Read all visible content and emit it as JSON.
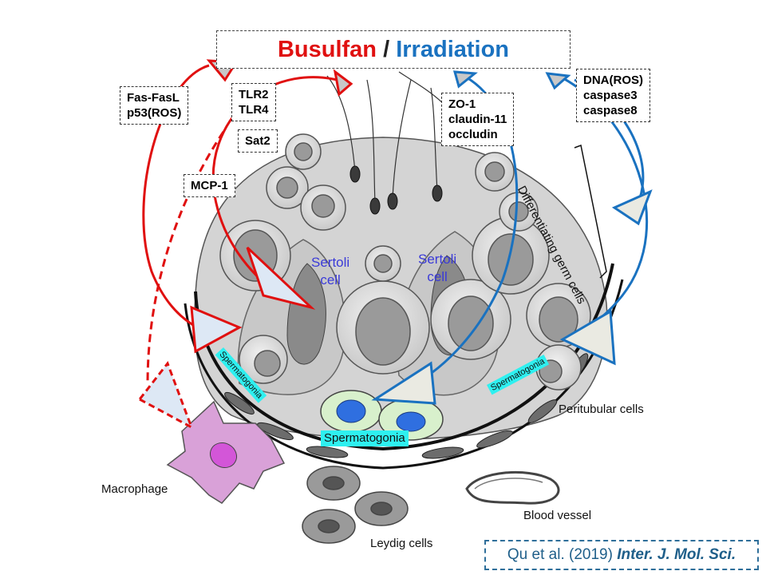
{
  "title": {
    "agent1": "Busulfan",
    "separator": "/",
    "agent2": "Irradiation"
  },
  "boxes": {
    "fas": [
      "Fas-FasL",
      "p53(ROS)"
    ],
    "tlr": [
      "TLR2",
      "TLR4"
    ],
    "sat2": "Sat2",
    "mcp1": "MCP-1",
    "zo1": [
      "ZO-1",
      "claudin-11",
      "occludin"
    ],
    "dna": [
      "DNA(ROS)",
      "caspase3",
      "caspase8"
    ]
  },
  "labels": {
    "sertoli_left": [
      "Sertoli",
      "cell"
    ],
    "sertoli_right": [
      "Sertoli",
      "cell"
    ],
    "differentiating": "Differentiating germ cells",
    "spermatogonia_left": "Spermatogonia",
    "spermatogonia_right": "Spermatogonia",
    "spermatogonia_center": "Spermatogonia",
    "peritubular": "Peritubular cells",
    "macrophage": "Macrophage",
    "blood_vessel": "Blood vessel",
    "leydig": "Leydig cells"
  },
  "citation": {
    "authors": "Qu et al. (2019)",
    "journal": "Inter. J. Mol. Sci."
  },
  "colors": {
    "busulfan": "#e01010",
    "irradiation": "#1a72c0",
    "highlight": "#2ef0f0",
    "citation": "#1f5f8a"
  }
}
